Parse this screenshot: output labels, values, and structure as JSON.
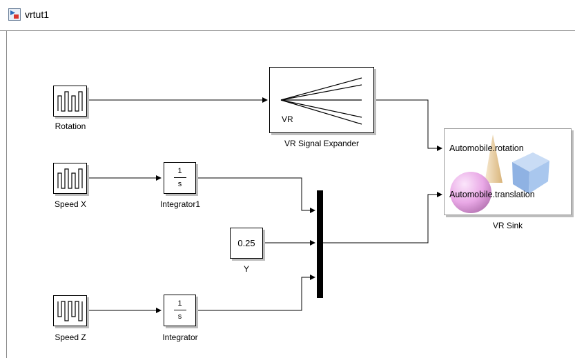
{
  "window": {
    "title": "vrtut1",
    "icon": "simulink-model-icon"
  },
  "blocks": {
    "rotation": {
      "label": "Rotation",
      "icon": "signal-builder-icon"
    },
    "speed_x": {
      "label": "Speed X",
      "icon": "signal-builder-icon"
    },
    "speed_z": {
      "label": "Speed Z",
      "icon": "signal-builder-icon"
    },
    "integrator1": {
      "label": "Integrator1",
      "numerator": "1",
      "denominator": "s"
    },
    "integrator": {
      "label": "Integrator",
      "numerator": "1",
      "denominator": "s"
    },
    "constant_y": {
      "label": "Y",
      "value": "0.25"
    },
    "vr_signal_expander": {
      "label": "VR Signal Expander",
      "inner_text": "VR"
    },
    "mux": {
      "icon": "mux-bar"
    },
    "vr_sink": {
      "label": "VR Sink",
      "ports": [
        "Automobile.rotation",
        "Automobile.translation"
      ]
    }
  },
  "colors": {
    "line": "#000000",
    "sphere": "#e9a8e6",
    "cube": "#a9c7ee",
    "cone": "#efd7b0"
  }
}
